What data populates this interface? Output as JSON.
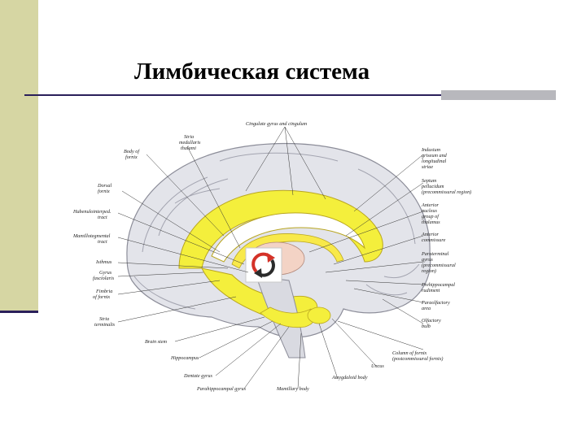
{
  "slide": {
    "title": "Лимбическая система",
    "colors": {
      "side_band": "#d6d6a3",
      "rule": "#2a1f5a",
      "accent_block": "#b8b8bd",
      "limbic": "#f4ef3c",
      "cortex": "#e3e4ea"
    }
  },
  "figure": {
    "labels": {
      "cingulate": "Cingulate gyrus and cingulum",
      "stria_medullaris": [
        "Stria",
        "medullaris",
        "thalami"
      ],
      "body_fornix": [
        "Body of",
        "fornix"
      ],
      "dorsal_fornix": [
        "Dorsal",
        "fornix"
      ],
      "habenulointerpeduncular": [
        "Habenulointerped.",
        "tract"
      ],
      "mamillotegmental": [
        "Mamillotegmental",
        "tract"
      ],
      "isthmus": [
        "Isthmus"
      ],
      "gyrus_fasciolaris": [
        "Gyrus",
        "fasciolaris"
      ],
      "fimbria": [
        "Fimbria",
        "of fornix"
      ],
      "stria_terminalis": [
        "Stria",
        "terminalis"
      ],
      "brain_stem": "Brain stem",
      "hippocampus": "Hippocampus",
      "dentate": "Dentate gyrus",
      "parahippocampal": "Parahippocampal gyrus",
      "mamillary": "Mamillary body",
      "amygdaloid": "Amygdaloid body",
      "uncus": "Uncus",
      "column_fornix": [
        "Column of fornix",
        "(postcommissural fornix)"
      ],
      "indusium": [
        "Indusium",
        "griseum and",
        "longitudinal",
        "striae"
      ],
      "septum": [
        "Septum",
        "pellucidum",
        "(precommissural region)"
      ],
      "anterior_nucleus": [
        "Anterior",
        "nucleus",
        "group of",
        "thalamus"
      ],
      "anterior_commissure": [
        "Anterior",
        "commissure"
      ],
      "paraterminal": [
        "Paraterminal",
        "gyrus",
        "(precommissural",
        "region)"
      ],
      "prehippocampal": [
        "Prehippocampal",
        "rudiment"
      ],
      "paraolfactory": [
        "Paraolfactory",
        "area"
      ],
      "olfactory": [
        "Olfactory",
        "bulb"
      ]
    }
  }
}
